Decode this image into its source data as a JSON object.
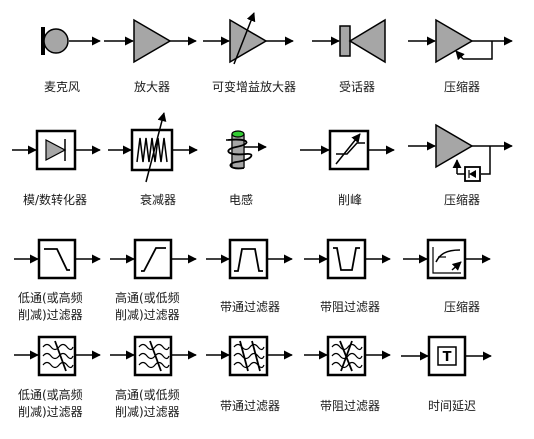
{
  "colors": {
    "line": "#000000",
    "fill": "#a6a6a6",
    "white": "#ffffff",
    "accent": "#33cc33"
  },
  "symbols": [
    {
      "row": 1,
      "col": 1,
      "id": "microphone",
      "icon": "microphone-symbol",
      "label": "麦克风"
    },
    {
      "row": 1,
      "col": 2,
      "id": "amplifier",
      "icon": "amplifier-triangle-symbol",
      "label": "放大器"
    },
    {
      "row": 1,
      "col": 3,
      "id": "variable-gain-amplifier",
      "icon": "variable-amplifier-symbol",
      "label": "可变增益放大器"
    },
    {
      "row": 1,
      "col": 4,
      "id": "receiver",
      "icon": "receiver-speaker-symbol",
      "label": "受话器"
    },
    {
      "row": 1,
      "col": 5,
      "id": "compressor-1",
      "icon": "compressor-feedback-symbol",
      "label": "压缩器"
    },
    {
      "row": 2,
      "col": 1,
      "id": "ad-converter",
      "icon": "ad-converter-symbol",
      "label": "模/数转化器"
    },
    {
      "row": 2,
      "col": 2,
      "id": "attenuator",
      "icon": "attenuator-symbol",
      "label": "衰减器"
    },
    {
      "row": 2,
      "col": 3,
      "id": "inductor",
      "icon": "inductor-coil-symbol",
      "label": "电感"
    },
    {
      "row": 2,
      "col": 4,
      "id": "peak-clipper",
      "icon": "peak-clipper-symbol",
      "label": "削峰"
    },
    {
      "row": 2,
      "col": 5,
      "id": "compressor-2",
      "icon": "compressor-sidechain-symbol",
      "label": "压缩器"
    },
    {
      "row": 3,
      "col": 1,
      "id": "lowpass-filter-1",
      "icon": "lowpass-filter-symbol",
      "label_lines": [
        "低通(或高频",
        "削减)过滤器"
      ]
    },
    {
      "row": 3,
      "col": 2,
      "id": "highpass-filter-1",
      "icon": "highpass-filter-symbol",
      "label_lines": [
        "高通(或低频",
        "削减)过滤器"
      ]
    },
    {
      "row": 3,
      "col": 3,
      "id": "bandpass-filter-1",
      "icon": "bandpass-filter-symbol",
      "label": "带通过滤器"
    },
    {
      "row": 3,
      "col": 4,
      "id": "bandstop-filter-1",
      "icon": "bandstop-filter-symbol",
      "label": "带阻过滤器"
    },
    {
      "row": 3,
      "col": 5,
      "id": "compressor-3",
      "icon": "compressor-curve-symbol",
      "label": "压缩器"
    },
    {
      "row": 4,
      "col": 1,
      "id": "lowpass-filter-2",
      "icon": "wave-lowpass-filter-symbol",
      "label_lines": [
        "低通(或高频",
        "削减)过滤器"
      ]
    },
    {
      "row": 4,
      "col": 2,
      "id": "highpass-filter-2",
      "icon": "wave-highpass-filter-symbol",
      "label_lines": [
        "高通(或低频",
        "削减)过滤器"
      ]
    },
    {
      "row": 4,
      "col": 3,
      "id": "bandpass-filter-2",
      "icon": "wave-bandpass-filter-symbol",
      "label": "带通过滤器"
    },
    {
      "row": 4,
      "col": 4,
      "id": "bandstop-filter-2",
      "icon": "wave-bandstop-filter-symbol",
      "label": "带阻过滤器"
    },
    {
      "row": 4,
      "col": 5,
      "id": "time-delay",
      "icon": "time-delay-symbol",
      "label": "时间延迟",
      "symbol_text": "T"
    }
  ]
}
